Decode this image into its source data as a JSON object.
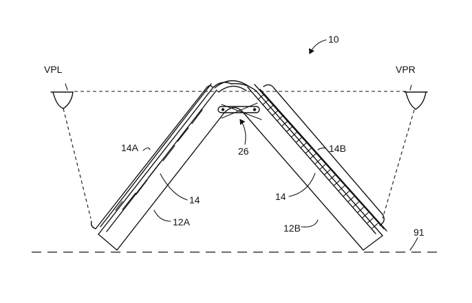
{
  "labels": {
    "ref_10": "10",
    "vpl": "VPL",
    "vpr": "VPR",
    "ref_14a": "14A",
    "ref_14b": "14B",
    "ref_14_left": "14",
    "ref_14_right": "14",
    "ref_12a": "12A",
    "ref_12b": "12B",
    "ref_26": "26",
    "ref_91": "91"
  },
  "colors": {
    "ink": "#111111",
    "background": "#ffffff"
  }
}
